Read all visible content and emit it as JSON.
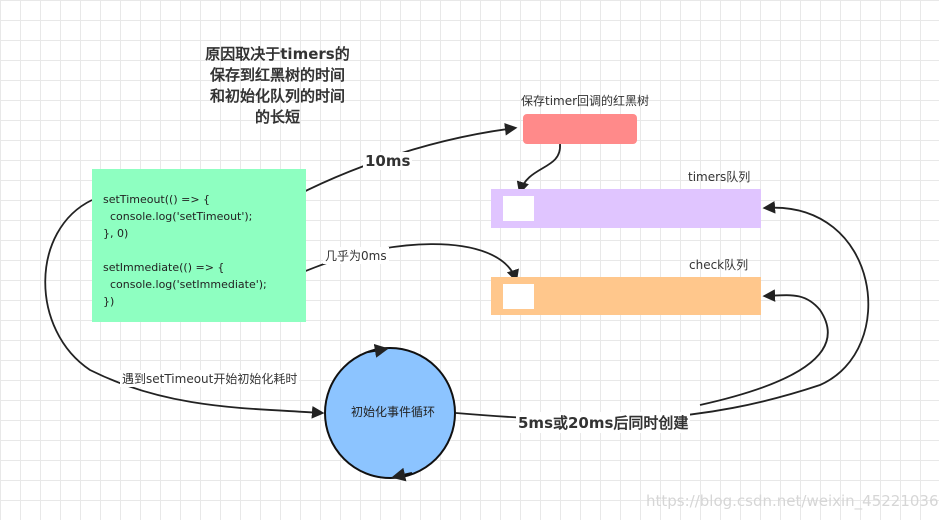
{
  "note": {
    "lines": [
      "原因取决于timers的",
      "保存到红黑树的时间",
      "和初始化队列的时间",
      "的长短"
    ]
  },
  "code": {
    "lines": [
      "setTimeout(() => {",
      "  console.log('setTimeout');",
      "}, 0)",
      "",
      "setImmediate(() => {",
      "  console.log('setImmediate');",
      "})"
    ]
  },
  "rbtree": {
    "label": "保存timer回调的红黑树"
  },
  "timers_queue": {
    "label": "timers队列"
  },
  "check_queue": {
    "label": "check队列"
  },
  "init_node": {
    "label": "初始化事件循环"
  },
  "edges": {
    "ten_ms": "10ms",
    "zero_ms": "几乎为0ms",
    "meet_settimeout": "遇到setTimeout开始初始化耗时",
    "five_or_twenty": "5ms或20ms后同时创建"
  },
  "watermark": "https://blog.csdn.net/weixin_45221036",
  "colors": {
    "code_bg": "#8effc1",
    "rbtree": "#ff8a8a",
    "timers_queue": "#e0c5ff",
    "check_queue": "#ffc78c",
    "init_node": "#8cc4ff"
  }
}
